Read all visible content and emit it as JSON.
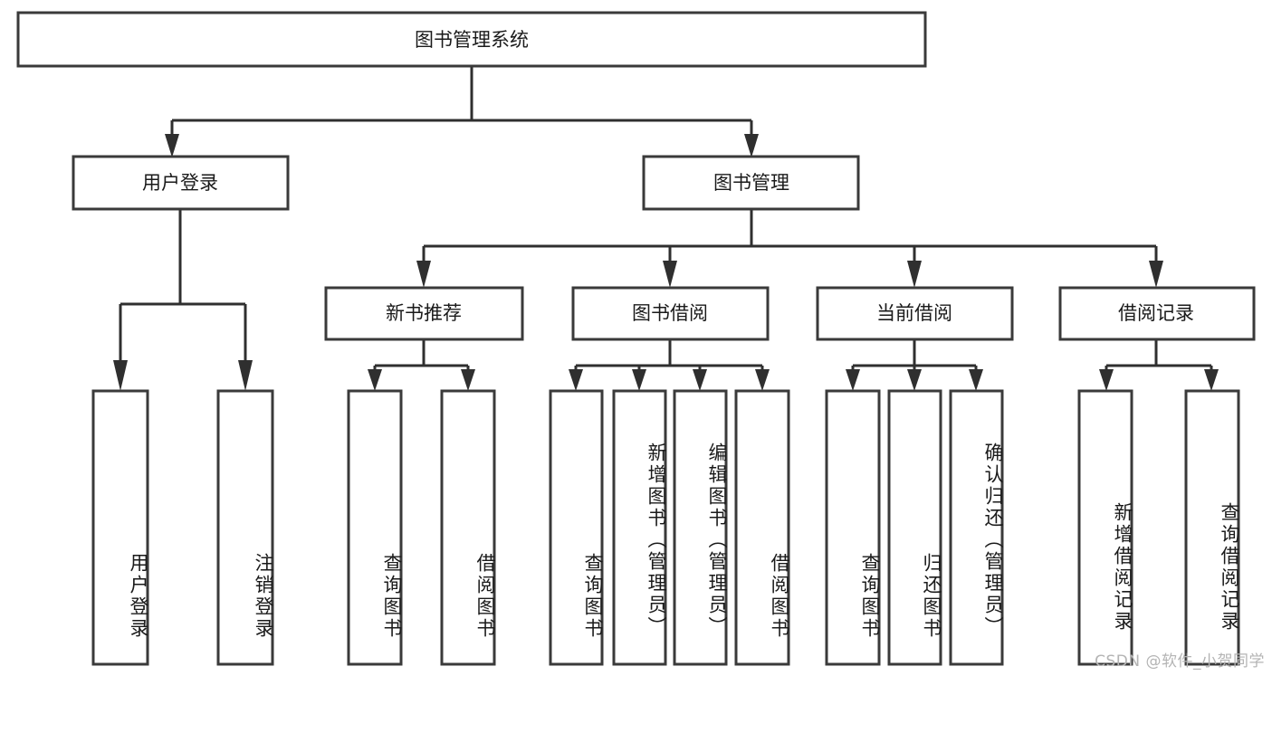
{
  "diagram": {
    "title": "图书管理系统",
    "type": "tree-hierarchy",
    "root": {
      "id": "root",
      "label": "图书管理系统",
      "orientation": "horizontal"
    },
    "level2": [
      {
        "id": "user-login",
        "label": "用户登录",
        "orientation": "horizontal"
      },
      {
        "id": "book-manage",
        "label": "图书管理",
        "orientation": "horizontal"
      }
    ],
    "level3": [
      {
        "id": "new-book-rec",
        "label": "新书推荐",
        "orientation": "horizontal",
        "parent": "book-manage"
      },
      {
        "id": "book-borrow",
        "label": "图书借阅",
        "orientation": "horizontal",
        "parent": "book-manage"
      },
      {
        "id": "current-borrow",
        "label": "当前借阅",
        "orientation": "horizontal",
        "parent": "book-manage"
      },
      {
        "id": "borrow-record",
        "label": "借阅记录",
        "orientation": "horizontal",
        "parent": "book-manage"
      }
    ],
    "leaves": [
      {
        "id": "leaf-user-login",
        "label": "用户登录",
        "parent": "user-login",
        "orientation": "vertical"
      },
      {
        "id": "leaf-logout",
        "label": "注销登录",
        "parent": "user-login",
        "orientation": "vertical"
      },
      {
        "id": "leaf-query-book-1",
        "label": "查询图书",
        "parent": "new-book-rec",
        "orientation": "vertical"
      },
      {
        "id": "leaf-borrow-book-1",
        "label": "借阅图书",
        "parent": "new-book-rec",
        "orientation": "vertical"
      },
      {
        "id": "leaf-query-book-2",
        "label": "查询图书",
        "parent": "book-borrow",
        "orientation": "vertical"
      },
      {
        "id": "leaf-add-book",
        "label": "新增图书（管理员）",
        "parent": "book-borrow",
        "orientation": "vertical"
      },
      {
        "id": "leaf-edit-book",
        "label": "编辑图书（管理员）",
        "parent": "book-borrow",
        "orientation": "vertical"
      },
      {
        "id": "leaf-borrow-book-2",
        "label": "借阅图书",
        "parent": "book-borrow",
        "orientation": "vertical"
      },
      {
        "id": "leaf-query-book-3",
        "label": "查询图书",
        "parent": "current-borrow",
        "orientation": "vertical"
      },
      {
        "id": "leaf-return-book",
        "label": "归还图书",
        "parent": "current-borrow",
        "orientation": "vertical"
      },
      {
        "id": "leaf-confirm-return",
        "label": "确认归还（管理员）",
        "parent": "current-borrow",
        "orientation": "vertical"
      },
      {
        "id": "leaf-add-record",
        "label": "新增借阅记录",
        "parent": "borrow-record",
        "orientation": "vertical"
      },
      {
        "id": "leaf-query-record",
        "label": "查询借阅记录",
        "parent": "borrow-record",
        "orientation": "vertical"
      }
    ],
    "colors": {
      "node_stroke": "#3a3a3a",
      "node_fill": "#ffffff",
      "connector": "#2f2f2f",
      "text": "#1a1a1a",
      "background": "#ffffff",
      "watermark": "#b4b4b4"
    }
  },
  "watermark": {
    "text": "CSDN @软件_小贺同学"
  }
}
